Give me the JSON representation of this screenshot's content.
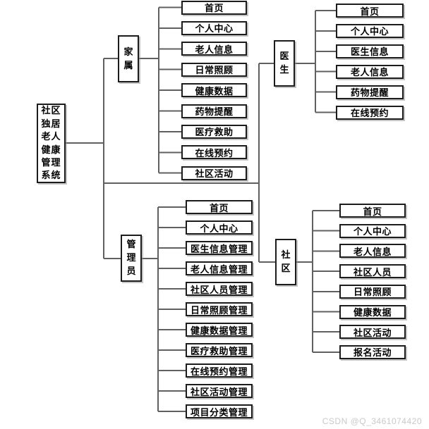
{
  "diagram": {
    "root_label": "社区独居老人健康管理系统",
    "branches": [
      {
        "label": "家属",
        "children": [
          "首页",
          "个人中心",
          "老人信息",
          "日常照顾",
          "健康数据",
          "药物提醒",
          "医疗救助",
          "在线预约",
          "社区活动"
        ]
      },
      {
        "label": "医生",
        "children": [
          "首页",
          "个人中心",
          "医生信息",
          "老人信息",
          "药物提醒",
          "在线预约"
        ]
      },
      {
        "label": "管理员",
        "children": [
          "首页",
          "个人中心",
          "医生信息管理",
          "老人信息管理",
          "社区人员管理",
          "日常照顾管理",
          "健康数据管理",
          "医疗救助管理",
          "在线预约管理",
          "社区活动管理",
          "项目分类管理"
        ]
      },
      {
        "label": "社区",
        "children": [
          "首页",
          "个人中心",
          "老人信息",
          "社区人员",
          "日常照顾",
          "健康数据",
          "社区活动",
          "报名活动"
        ]
      }
    ]
  },
  "watermark": "CSDN @Q_3461074420",
  "colors": {
    "line": "#606060",
    "box_border": "#1c1c1c",
    "box_shadow": "#8c8c8c",
    "text": "#000000",
    "watermark": "#c9c9c9",
    "background": "#ffffff"
  }
}
